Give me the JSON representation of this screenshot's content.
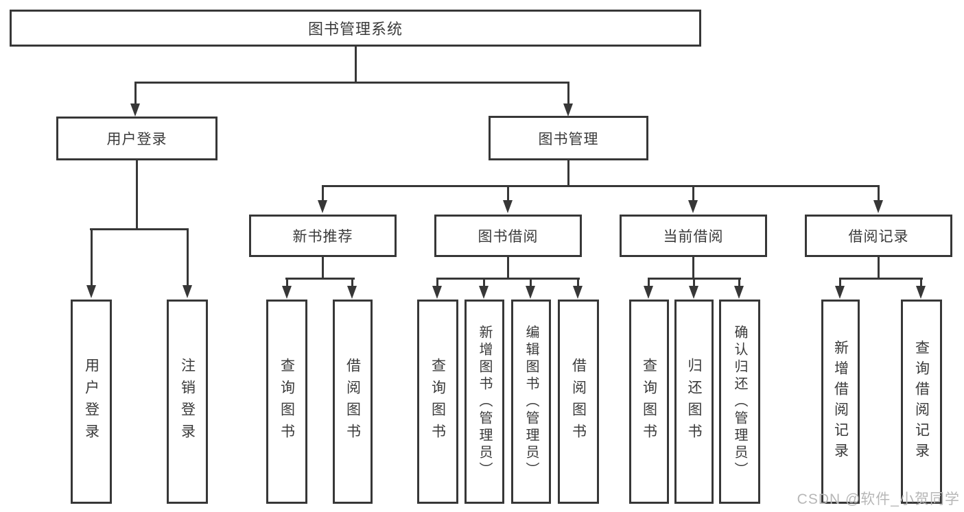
{
  "diagram": {
    "root": {
      "label": "图书管理系统",
      "children": [
        {
          "label": "用户登录",
          "children": [
            {
              "label": "用户登录"
            },
            {
              "label": "注销登录"
            }
          ]
        },
        {
          "label": "图书管理",
          "children": [
            {
              "label": "新书推荐",
              "children": [
                {
                  "label": "查询图书"
                },
                {
                  "label": "借阅图书"
                }
              ]
            },
            {
              "label": "图书借阅",
              "children": [
                {
                  "label": "查询图书"
                },
                {
                  "label": "新增图书（管理员）"
                },
                {
                  "label": "编辑图书（管理员）"
                },
                {
                  "label": "借阅图书"
                }
              ]
            },
            {
              "label": "当前借阅",
              "children": [
                {
                  "label": "查询图书"
                },
                {
                  "label": "归还图书"
                },
                {
                  "label": "确认归还（管理员）"
                }
              ]
            },
            {
              "label": "借阅记录",
              "children": [
                {
                  "label": "新增借阅记录"
                },
                {
                  "label": "查询借阅记录"
                }
              ]
            }
          ]
        }
      ]
    }
  },
  "watermark": {
    "text": "CSDN @软件_小贺同学"
  },
  "colors": {
    "line": "#373737",
    "text": "#3a3a3a",
    "watermark": "#b7b7b7",
    "background": "#ffffff"
  }
}
